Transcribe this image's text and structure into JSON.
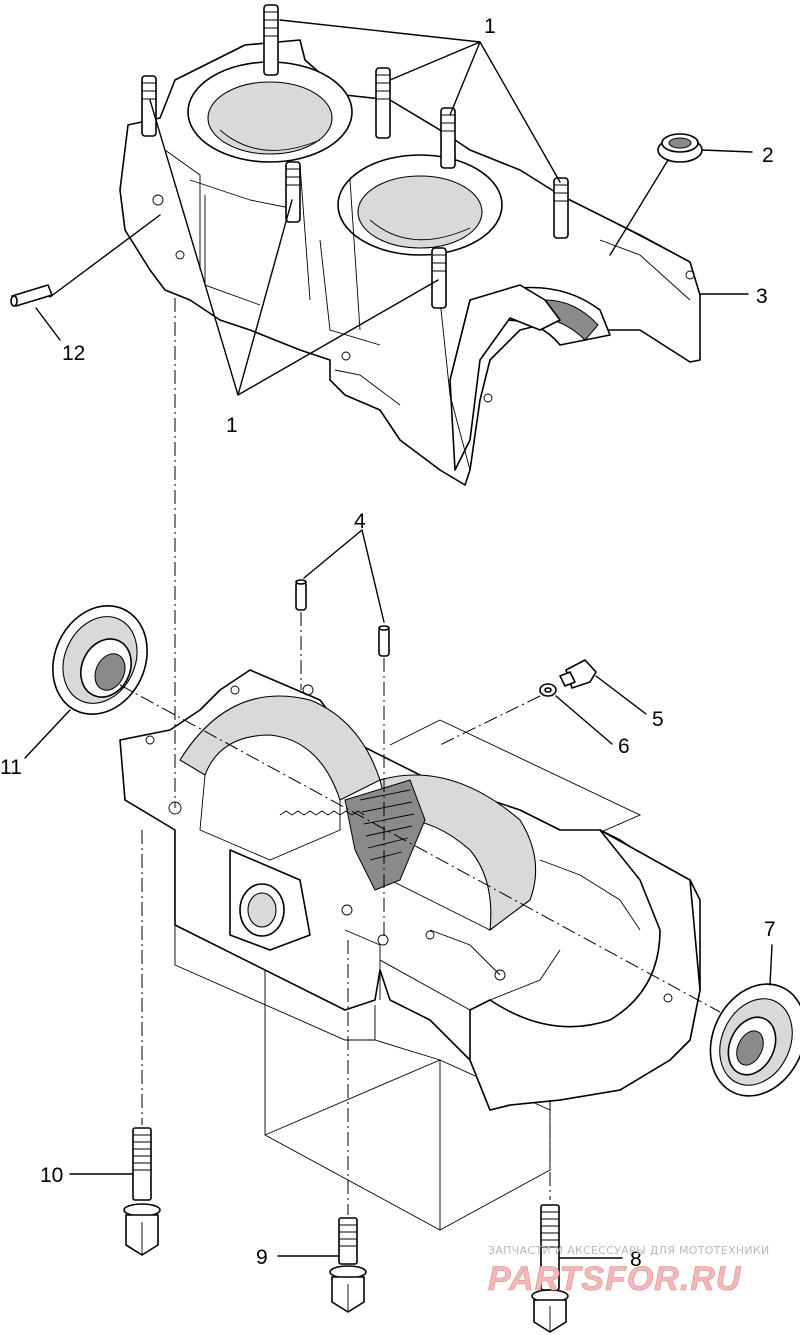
{
  "callouts": [
    {
      "id": "1a",
      "label": "1"
    },
    {
      "id": "1b",
      "label": "1"
    },
    {
      "id": "2",
      "label": "2"
    },
    {
      "id": "3",
      "label": "3"
    },
    {
      "id": "4",
      "label": "4"
    },
    {
      "id": "5",
      "label": "5"
    },
    {
      "id": "6",
      "label": "6"
    },
    {
      "id": "7",
      "label": "7"
    },
    {
      "id": "8",
      "label": "8"
    },
    {
      "id": "9",
      "label": "9"
    },
    {
      "id": "10",
      "label": "10"
    },
    {
      "id": "11",
      "label": "11"
    },
    {
      "id": "12",
      "label": "12"
    }
  ],
  "watermark": {
    "tagline": "ЗАПЧАСТИ И АКСЕССУАРЫ ДЛЯ МОТОТЕХНИКИ",
    "brand": "PARTSFOR.RU"
  },
  "colors": {
    "ink": "#000000",
    "watermark_text": "#b9b9b9",
    "watermark_brand": "#f2b9b9"
  }
}
